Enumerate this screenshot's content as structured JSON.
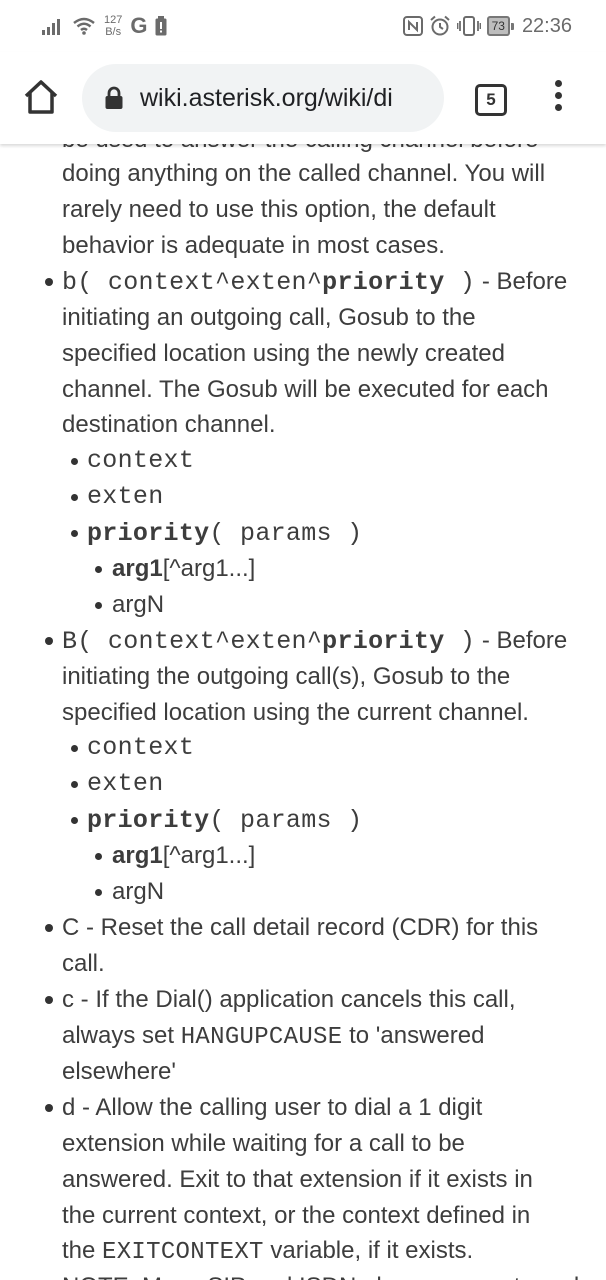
{
  "status_bar": {
    "net_speed_value": "127",
    "net_speed_unit": "B/s",
    "g_icon_letter": "G",
    "battery_level": "73",
    "time": "22:36"
  },
  "browser": {
    "url": "wiki.asterisk.org/wiki/di",
    "tab_count": "5"
  },
  "content": {
    "intro_cut": "be used to answer the calling channel before",
    "intro_lines": [
      "doing anything on the called channel. You will",
      "rarely need to use this option, the default",
      "behavior is adequate in most cases."
    ],
    "b_option": {
      "code": "b( context^exten^",
      "code_bold": "priority",
      "code_end": " )",
      "desc_first": " - Before",
      "lines": [
        "initiating an outgoing call, Gosub to the",
        "specified location using the newly created",
        "channel. The Gosub will be executed for each",
        "destination channel."
      ],
      "sub_context": "context",
      "sub_exten": "exten",
      "sub_priority": "priority",
      "sub_params": "( params )",
      "arg1_bold": "arg1",
      "arg1_rest": "[^arg1...]",
      "argN": "argN"
    },
    "B_option": {
      "code": "B( context^exten^",
      "code_bold": "priority",
      "code_end": " )",
      "desc_first": " - Before",
      "lines": [
        "initiating the outgoing call(s), Gosub to the",
        "specified location using the current channel."
      ],
      "sub_context": "context",
      "sub_exten": "exten",
      "sub_priority": "priority",
      "sub_params": "( params )",
      "arg1_bold": "arg1",
      "arg1_rest": "[^arg1...]",
      "argN": "argN"
    },
    "C_option": {
      "first": "C - Reset the call detail record (CDR) for this",
      "second": "call."
    },
    "c_option": {
      "first": "c - If the Dial() application cancels this call,",
      "second_prefix": "always set ",
      "second_code": "HANGUPCAUSE",
      "second_suffix": " to 'answered",
      "third": "elsewhere'"
    },
    "d_option": {
      "first": "d - Allow the calling user to dial a 1 digit",
      "lines": [
        "extension while waiting for a call to be",
        "answered. Exit to that extension if it exists in",
        "the current context, or the context defined in"
      ],
      "last_prefix": "the ",
      "last_code": "EXITCONTEXT",
      "last_suffix": " variable, if it exists.",
      "next_cut": "NOTE: Many SIP and ISDN phones cannot send"
    }
  }
}
